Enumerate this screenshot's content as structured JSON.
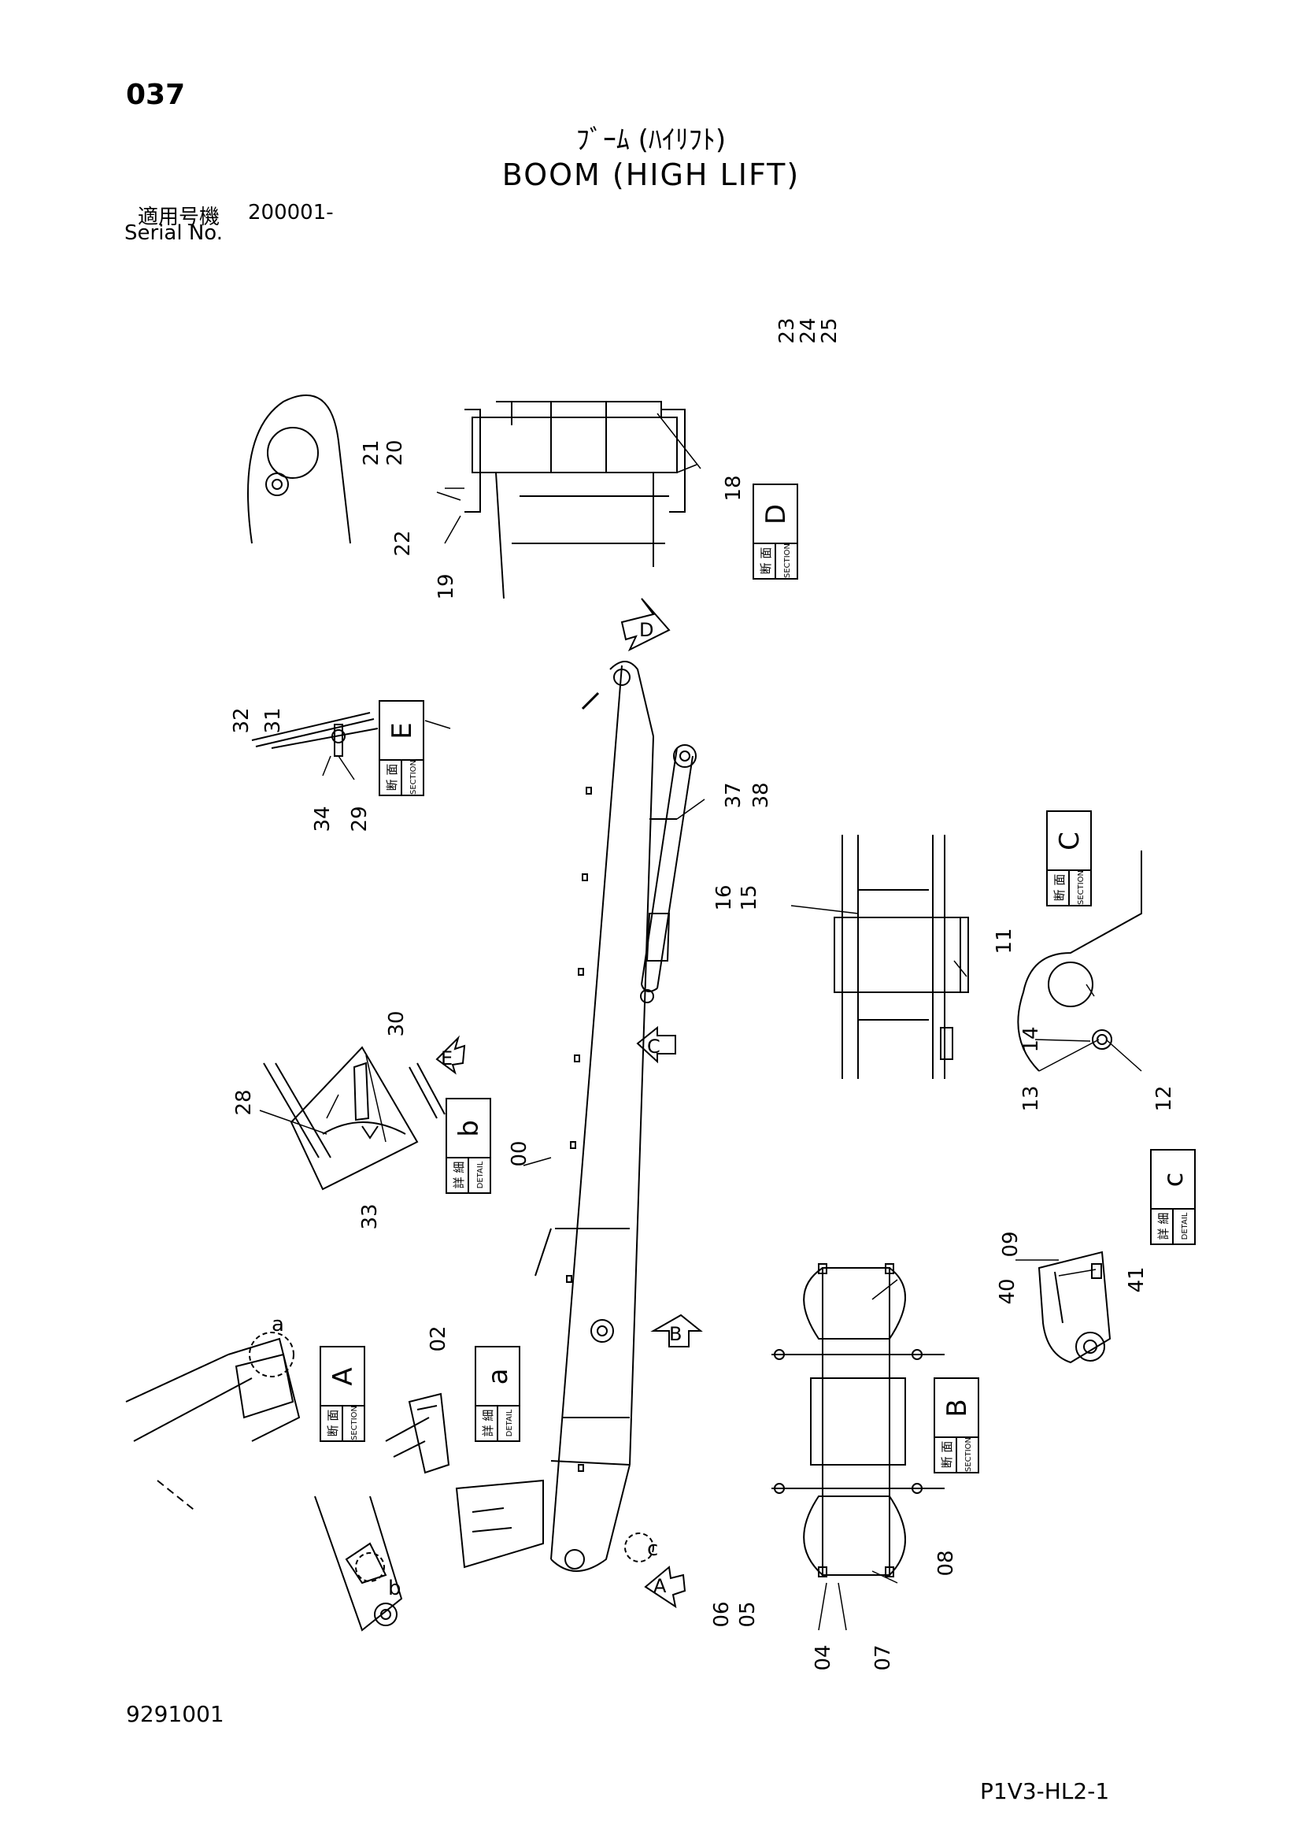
{
  "header": {
    "page_number": "037",
    "title_jp": "ﾌﾞｰﾑ (ﾊｲﾘﾌﾄ)",
    "title_en": "BOOM (HIGH LIFT)",
    "serial_label_jp": "適用号機",
    "serial_value": "200001-",
    "serial_label_en": "Serial No."
  },
  "footer": {
    "drawing_number": "9291001",
    "page_code": "P1V3-HL2-1"
  },
  "view_labels": {
    "section_jp": "断 面",
    "detail_jp": "詳 細",
    "section_en": "SECTION",
    "detail_en": "DETAIL",
    "section_d": "D",
    "section_e": "E",
    "section_c": "C",
    "section_a": "A",
    "section_b": "B",
    "detail_b": "b",
    "detail_a": "a",
    "detail_c": "c"
  },
  "arrow_letters": {
    "d": "D",
    "c": "C",
    "e": "E",
    "b": "B",
    "a": "A",
    "circle_a": "a",
    "circle_b": "b",
    "circle_c": "c"
  },
  "part_callouts": {
    "p00": "00",
    "p02": "02",
    "p04": "04",
    "p05": "05",
    "p06": "06",
    "p07": "07",
    "p08": "08",
    "p09": "09",
    "p11": "11",
    "p12": "12",
    "p13": "13",
    "p14": "14",
    "p15": "15",
    "p16": "16",
    "p18": "18",
    "p19": "19",
    "p20": "20",
    "p21": "21",
    "p22": "22",
    "p23": "23",
    "p24": "24",
    "p25": "25",
    "p28": "28",
    "p29": "29",
    "p30": "30",
    "p31": "31",
    "p32": "32",
    "p33": "33",
    "p34": "34",
    "p37": "37",
    "p38": "38",
    "p40": "40",
    "p41": "41"
  }
}
